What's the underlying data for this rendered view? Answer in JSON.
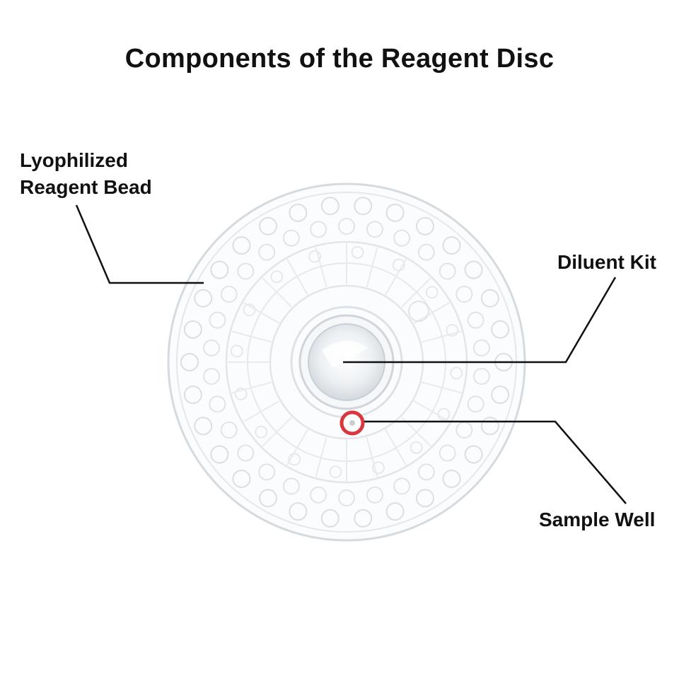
{
  "title": "Components of the Reagent Disc",
  "labels": {
    "bead_line1": "Lyophilized",
    "bead_line2": "Reagent Bead",
    "diluent": "Diluent Kit",
    "sample_well": "Sample Well"
  },
  "colors": {
    "leader_line": "#111111",
    "disc_outline": "#d8dde2",
    "sample_well_ring": "#d9373e"
  }
}
